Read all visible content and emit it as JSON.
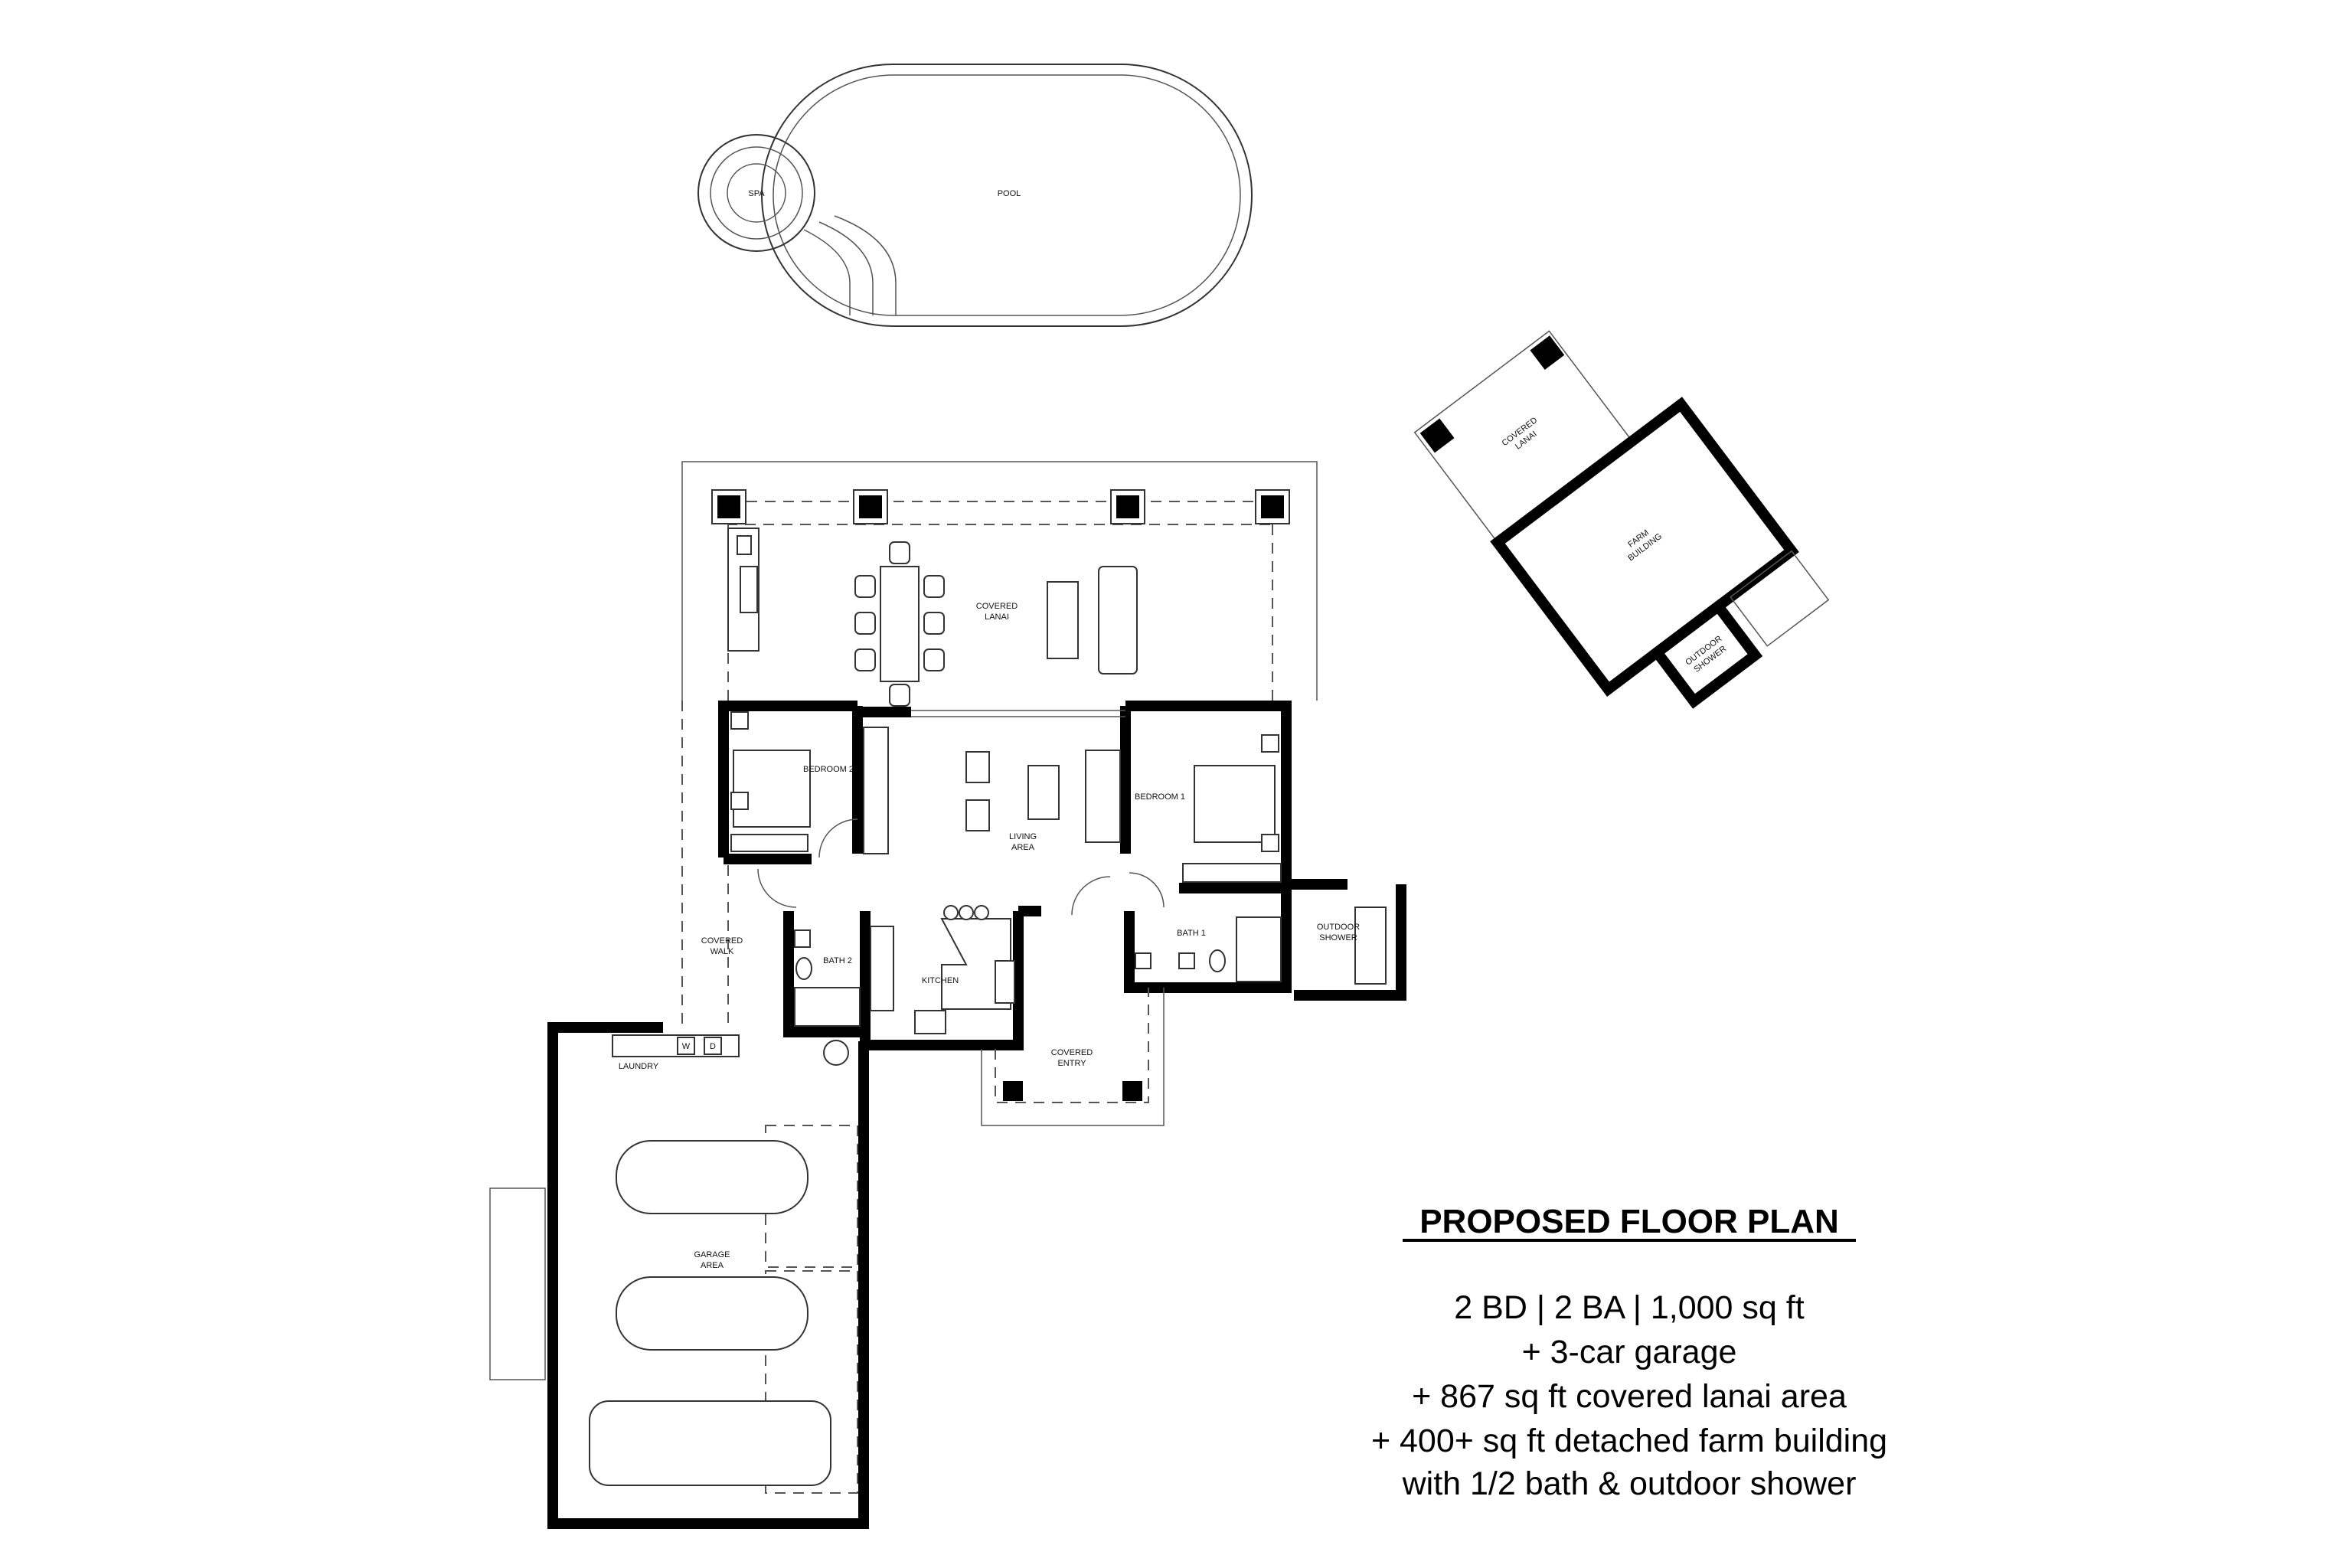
{
  "labels": {
    "spa": "SPA",
    "pool": "POOL",
    "covered_lanai_main": [
      "COVERED",
      "LANAI"
    ],
    "bedroom_2": "BEDROOM 2",
    "bedroom_1": "BEDROOM 1",
    "living_area": [
      "LIVING",
      "AREA"
    ],
    "covered_walk": [
      "COVERED",
      "WALK"
    ],
    "bath_2": "BATH 2",
    "kitchen": "KITCHEN",
    "bath_1": "BATH 1",
    "outdoor_shower_main": [
      "OUTDOOR",
      "SHOWER"
    ],
    "covered_entry": [
      "COVERED",
      "ENTRY"
    ],
    "laundry": "LAUNDRY",
    "washer": "W",
    "dryer": "D",
    "garage_area": [
      "GARAGE",
      "AREA"
    ],
    "farm_covered_lanai": [
      "COVERED",
      "LANAI"
    ],
    "farm_building": [
      "FARM",
      "BUILDING"
    ],
    "farm_outdoor_shower": [
      "OUTDOOR",
      "SHOWER"
    ]
  },
  "summary": {
    "title": "PROPOSED FLOOR PLAN",
    "lines": [
      "2 BD |  2 BA | 1,000 sq ft",
      "+ 3-car garage",
      "+ 867 sq ft covered lanai area",
      "+ 400+ sq ft detached farm building",
      "with 1/2 bath & outdoor shower"
    ]
  }
}
